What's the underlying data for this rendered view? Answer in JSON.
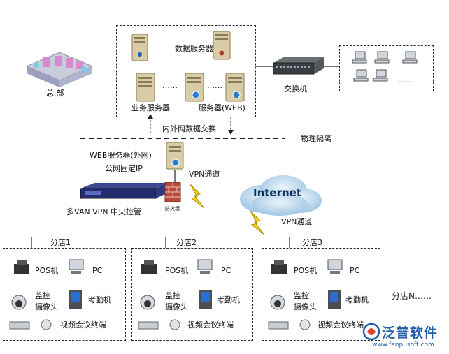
{
  "hq": {
    "label": "总 部"
  },
  "datacenter": {
    "db_server": "数据服务器",
    "business_server": "业务服务器",
    "dots": "……",
    "web_server": "服务器(WEB)"
  },
  "switch": {
    "label": "交换机"
  },
  "exchange": {
    "label": "内外网数据交换"
  },
  "isolation": {
    "label": "物理隔离"
  },
  "web_external": {
    "line1": "WEB服务器(外网)",
    "line2": "公网固定IP"
  },
  "vpn_channel_1": "VPN通道",
  "vpn_channel_2": "VPN通道",
  "firewall": {
    "label": "防火墙"
  },
  "vpn_device": {
    "label": "多VAN VPN 中央控管"
  },
  "internet": {
    "label": "Internet"
  },
  "stores": [
    {
      "name": "分店1",
      "pos": "POS机",
      "pc": "PC",
      "cam1": "监控",
      "cam2": "摄像头",
      "attendance": "考勤机",
      "video": "视频会议终端"
    },
    {
      "name": "分店2",
      "pos": "POS机",
      "pc": "PC",
      "cam1": "监控",
      "cam2": "摄像头",
      "attendance": "考勤机",
      "video": "视频会议终端"
    },
    {
      "name": "分店3",
      "pos": "POS机",
      "pc": "PC",
      "cam1": "监控",
      "cam2": "摄像头",
      "attendance": "考勤机",
      "video": "视频会议终端"
    }
  ],
  "store_n": {
    "label": "分店N……"
  },
  "brand": {
    "name": "泛普软件",
    "url": "www.fanpusoft.com"
  }
}
